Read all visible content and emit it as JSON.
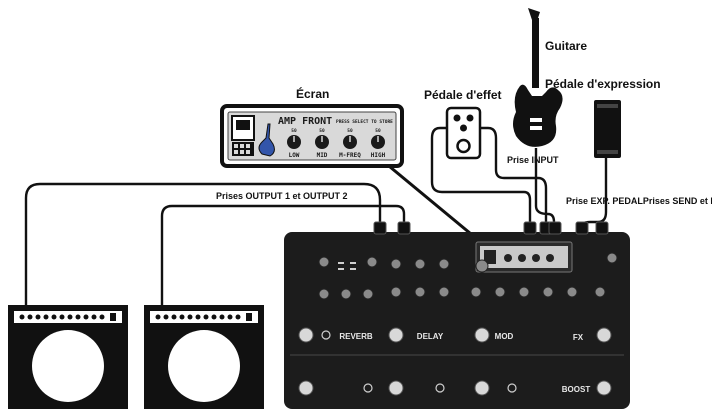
{
  "labels": {
    "guitar": "Guitare",
    "expression_pedal": "Pédale d'expression",
    "effect_pedal": "Pédale d'effet",
    "screen": "Écran",
    "input_jack": "Prise INPUT",
    "output_jacks": "Prises OUTPUT 1 et OUTPUT 2",
    "exp_send_return": "Prise EXP. PEDALPrises SEND et RET"
  },
  "screen_display": {
    "title": "AMP FRONT",
    "hint": "PRESS SELECT TO STORE",
    "values": [
      "50",
      "50",
      "50",
      "50"
    ],
    "knobs": [
      "LOW",
      "MID",
      "M-FREQ",
      "HIGH"
    ]
  },
  "device": {
    "footswitches": [
      "REVERB",
      "DELAY",
      "MOD",
      "BOOST"
    ],
    "fx_label": "FX"
  },
  "colors": {
    "ink": "#111111",
    "device_body": "#1c1c1c",
    "lcd_bg": "#d9d9d9"
  }
}
